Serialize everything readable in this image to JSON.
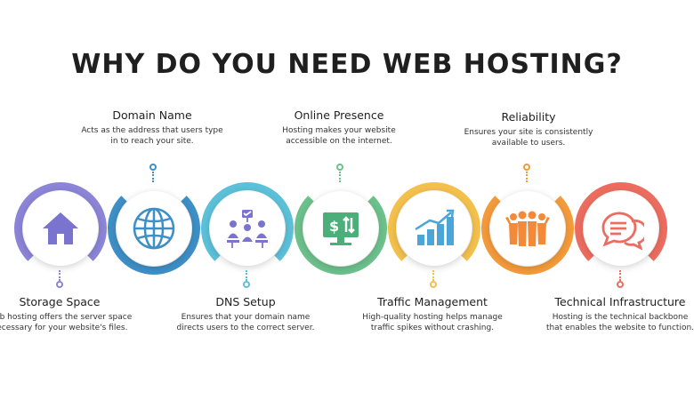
{
  "title": "WHY DO YOU NEED WEB HOSTING?",
  "steps": [
    {
      "heading": "Storage Space",
      "desc": "Web hosting offers the server space necessary for your website's files.",
      "icon": "house-icon",
      "color": "#8b84d7",
      "position": "bottom"
    },
    {
      "heading": "Domain Name",
      "desc": "Acts as the address that users type in to reach your site.",
      "icon": "globe-icon",
      "color": "#3d8fc6",
      "position": "top"
    },
    {
      "heading": "DNS Setup",
      "desc": "Ensures that your domain name directs users to the correct server.",
      "icon": "network-users-icon",
      "color": "#5bc0d8",
      "position": "bottom"
    },
    {
      "heading": "Online Presence",
      "desc": "Hosting makes your website accessible on the internet.",
      "icon": "monitor-transfer-icon",
      "color": "#6cc08b",
      "position": "top"
    },
    {
      "heading": "Traffic Management",
      "desc": "High-quality hosting helps manage traffic spikes without crashing.",
      "icon": "growth-chart-icon",
      "color": "#f3c04c",
      "position": "bottom"
    },
    {
      "heading": "Reliability",
      "desc": "Ensures your site is consistently available to users.",
      "icon": "team-icon",
      "color": "#f39a3a",
      "position": "top"
    },
    {
      "heading": "Technical Infrastructure",
      "desc": "Hosting is the technical backbone that enables the website to function.",
      "icon": "chat-bubbles-icon",
      "color": "#ec6d5f",
      "position": "bottom"
    }
  ]
}
